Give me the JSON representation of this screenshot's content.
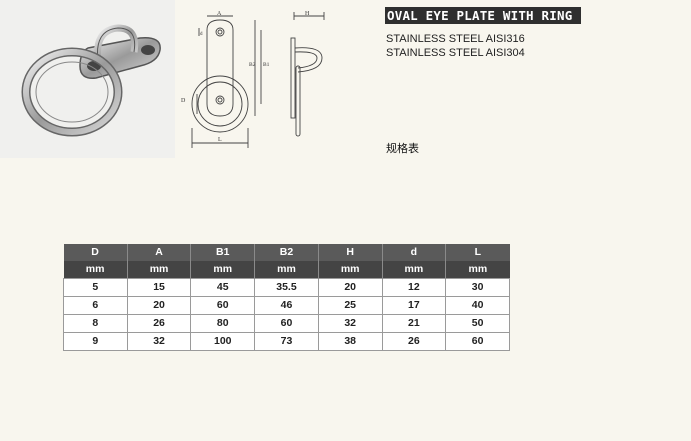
{
  "title": "OVAL EYE PLATE WITH RING",
  "materials": [
    "STAINLESS STEEL AISI316",
    "STAINLESS STEEL AISI304"
  ],
  "spec_label": "规格表",
  "drawing_labels": {
    "A": "A",
    "H": "H",
    "B2": "B2",
    "B1": "B1",
    "D": "D",
    "d": "d",
    "L": "L"
  },
  "table": {
    "headers": [
      "D",
      "A",
      "B1",
      "B2",
      "H",
      "d",
      "L"
    ],
    "units": [
      "mm",
      "mm",
      "mm",
      "mm",
      "mm",
      "mm",
      "mm"
    ],
    "rows": [
      [
        "5",
        "15",
        "45",
        "35.5",
        "20",
        "12",
        "30"
      ],
      [
        "6",
        "20",
        "60",
        "46",
        "25",
        "17",
        "40"
      ],
      [
        "8",
        "26",
        "80",
        "60",
        "32",
        "21",
        "50"
      ],
      [
        "9",
        "32",
        "100",
        "73",
        "38",
        "26",
        "60"
      ]
    ]
  }
}
